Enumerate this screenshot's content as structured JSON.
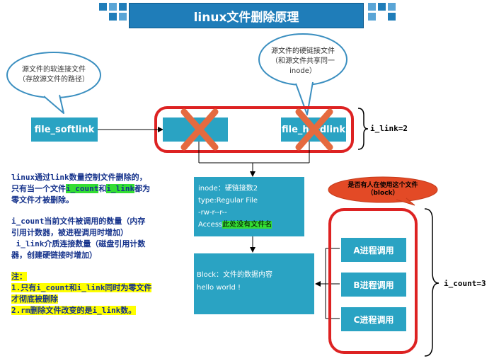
{
  "title": "linux文件删除原理",
  "softlink_bubble": {
    "line1": "源文件的软连接文件",
    "line2": "（存放源文件的路径）"
  },
  "hardlink_bubble": {
    "line1": "源文件的硬链接文件",
    "line2": "（和源文件共享同一",
    "line3": "inode）"
  },
  "file_softlink": "file_softlink",
  "file_hardlink": "file_hardlink",
  "i_link_label": "i_link=2",
  "i_count_label": "i_count=3",
  "notes": {
    "p1_a": "linux通过link数量控制文件删除的，",
    "p1_b": "只有当一个文件",
    "p1_icount": "i_count",
    "p1_and": "和",
    "p1_ilink": "i_link",
    "p1_c": "都为",
    "p1_d": "零文件才被删除。",
    "p2_a": "i_count当前文件被调用的数量（内存",
    "p2_b": "引用计数器，被进程调用时增加）",
    "p2_c": " i_link介质连接数量（磁盘引用计数",
    "p2_d": "器，创建硬链接时增加）",
    "n_title": "注：",
    "n1_a": "1.只有i_count和i_link同时为零文件",
    "n1_b": "才彻底被删除",
    "n2": "2.rm删除文件改变的是i_link数。"
  },
  "inode": {
    "line1": "inode：硬链接数2",
    "line2": "type:Regular File",
    "line3": "-rw-r--r--",
    "line4_prefix": "Access",
    "line4_hl": "此处没有文件名"
  },
  "block": {
    "line1": "Block：文件的数据内容",
    "line2": "hello world !"
  },
  "usage_bubble": {
    "line1": "是否有人在使用这个文件",
    "line2": "（block）"
  },
  "processes": [
    "A进程调用",
    "B进程调用",
    "C进程调用"
  ],
  "colors": {
    "box": "#2aa3c3",
    "title": "#1f7db9",
    "red": "#dd2222",
    "cross": "#e56a3f",
    "notes": "#16338c"
  }
}
